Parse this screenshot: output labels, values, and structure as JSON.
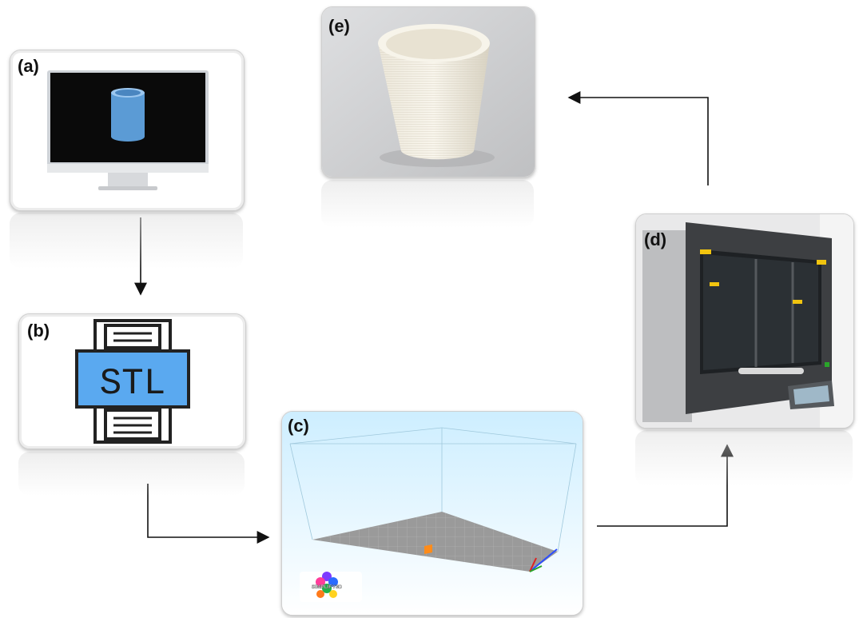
{
  "panels": {
    "a": {
      "label": "(a)"
    },
    "b": {
      "label": "(b)",
      "icon_text": "STL"
    },
    "c": {
      "label": "(c)",
      "logo_text": "SIMPLIFY3D"
    },
    "d": {
      "label": "(d)"
    },
    "e": {
      "label": "(e)"
    }
  },
  "colors": {
    "arrow": "#111111",
    "stl_blue": "#5aa9f0",
    "cylinder_blue": "#5b9bd5",
    "slicer_sky": "#cdeeff",
    "build_plate": "#9a9a9a",
    "printed_part": "#f5f1e6"
  }
}
